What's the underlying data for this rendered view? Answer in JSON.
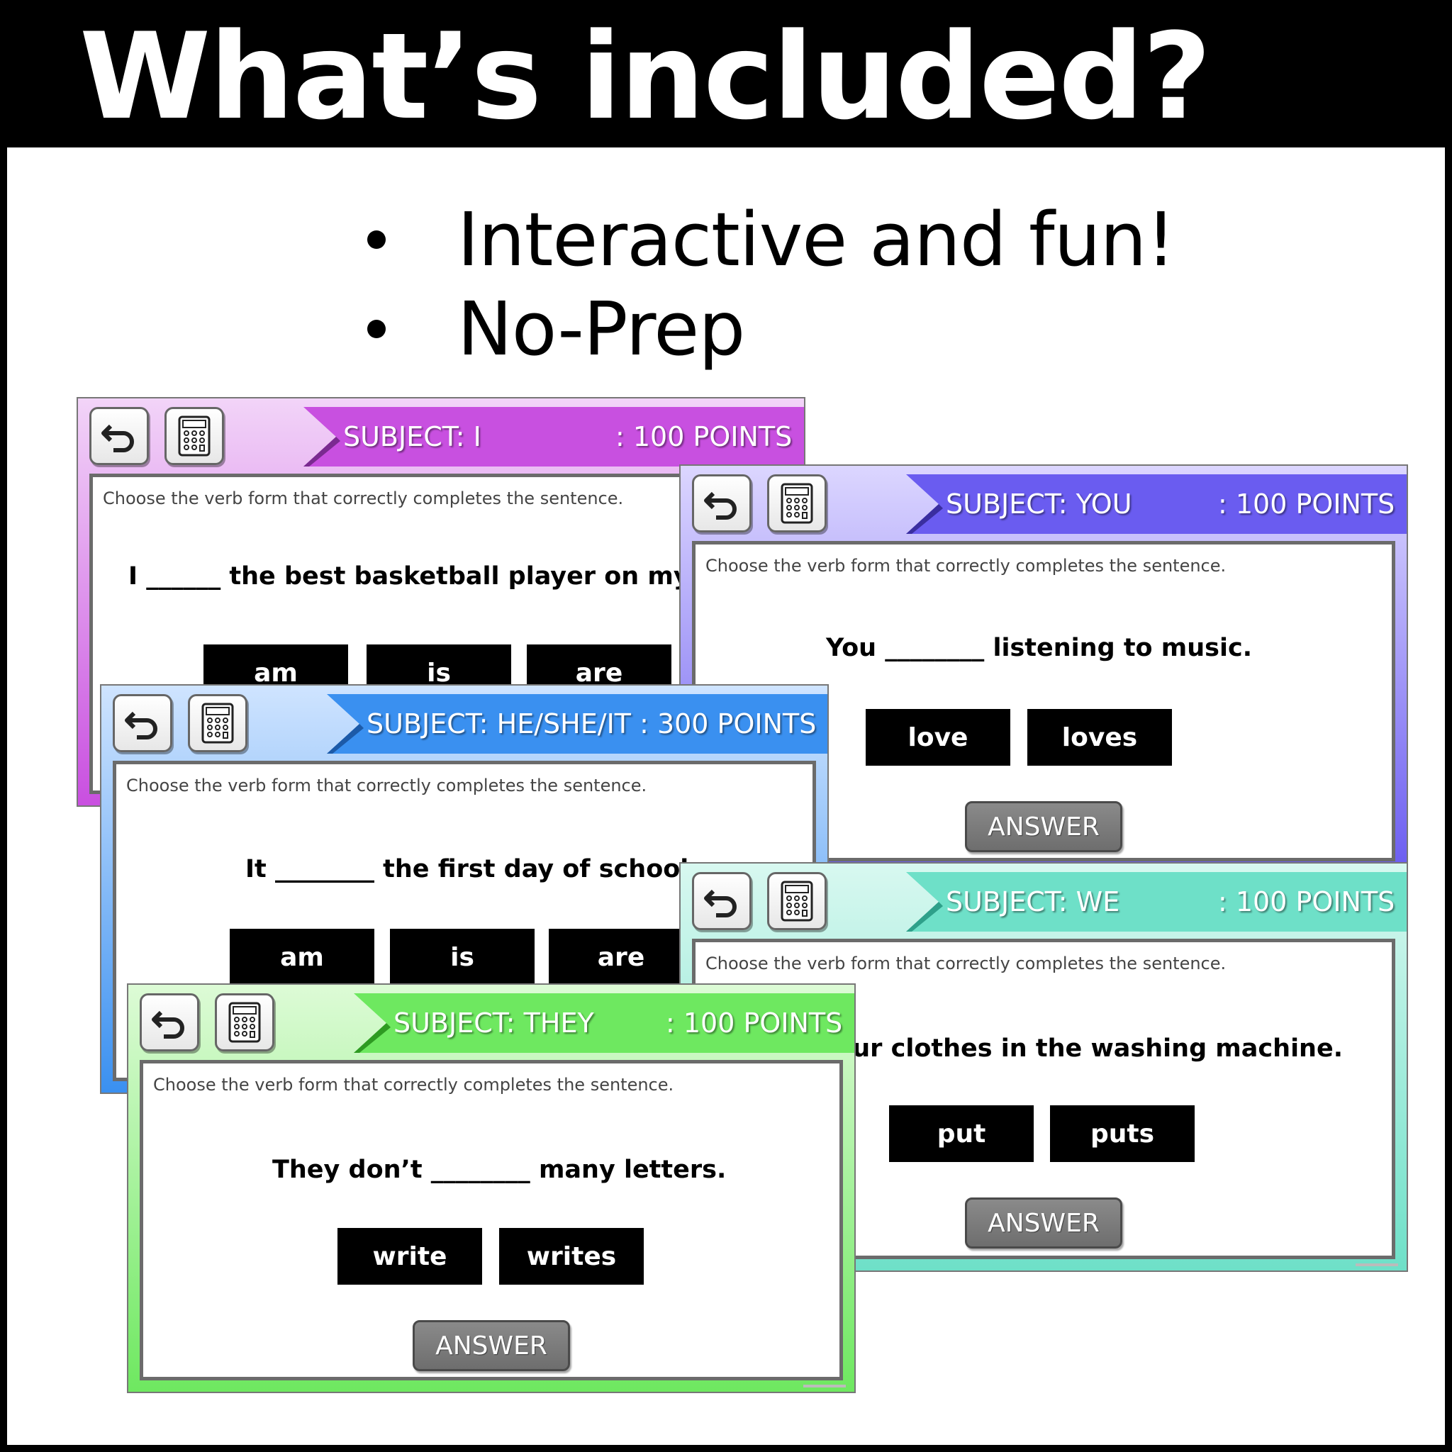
{
  "page": {
    "title": "What’s included?",
    "bullets": [
      "Interactive and fun!",
      "No-Prep"
    ]
  },
  "icons": {
    "back": "undo-arrow-icon",
    "calc": "calculator-icon"
  },
  "slides": {
    "i": {
      "subject": "SUBJECT: I",
      "points": ": 100 POINTS",
      "instruction": "Choose the verb form that correctly completes the sentence.",
      "sentence": "I ______ the best basketball player on my t",
      "choices": [
        "am",
        "is",
        "are"
      ],
      "color": "#c850e0"
    },
    "you": {
      "subject": "SUBJECT: YOU",
      "points": ": 100 POINTS",
      "instruction": "Choose the verb form that correctly completes the sentence.",
      "sentence": "You ________ listening to music.",
      "choices": [
        "love",
        "loves"
      ],
      "answer": "ANSWER",
      "color": "#6a5cf0"
    },
    "he": {
      "subject": "SUBJECT: HE/SHE/IT : 300 POINTS",
      "instruction": "Choose the verb form that correctly completes the sentence.",
      "sentence": "It ________ the first day of school",
      "choices": [
        "am",
        "is",
        "are"
      ],
      "color": "#3a90f0"
    },
    "we": {
      "subject": "SUBJECT: WE",
      "points": ": 100 POINTS",
      "instruction": "Choose the verb form that correctly completes the sentence.",
      "sentence": "__ our clothes in the washing machine.",
      "choices": [
        "put",
        "puts"
      ],
      "answer": "ANSWER",
      "color": "#6ee0c8"
    },
    "they": {
      "subject": "SUBJECT: THEY",
      "points": ": 100 POINTS",
      "instruction": "Choose the verb form that correctly completes the sentence.",
      "sentence": "They don’t ________ many letters.",
      "choices": [
        "write",
        "writes"
      ],
      "answer": "ANSWER",
      "color": "#6ee860"
    }
  }
}
